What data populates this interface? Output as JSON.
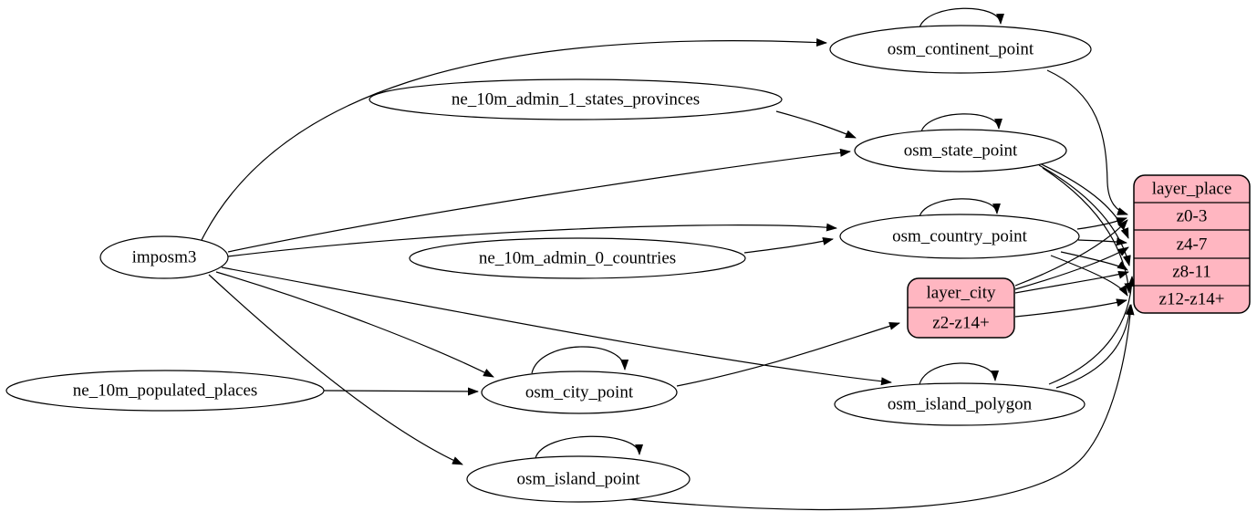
{
  "diagram": {
    "type": "etl-dependency-graph",
    "nodes": [
      {
        "id": "imposm3",
        "label": "imposm3",
        "kind": "source"
      },
      {
        "id": "ne_10m_admin_1_states_provinces",
        "label": "ne_10m_admin_1_states_provinces",
        "kind": "source"
      },
      {
        "id": "ne_10m_admin_0_countries",
        "label": "ne_10m_admin_0_countries",
        "kind": "source"
      },
      {
        "id": "ne_10m_populated_places",
        "label": "ne_10m_populated_places",
        "kind": "source"
      },
      {
        "id": "osm_continent_point",
        "label": "osm_continent_point",
        "kind": "table",
        "self_loop": true
      },
      {
        "id": "osm_state_point",
        "label": "osm_state_point",
        "kind": "table",
        "self_loop": true
      },
      {
        "id": "osm_country_point",
        "label": "osm_country_point",
        "kind": "table",
        "self_loop": true
      },
      {
        "id": "osm_city_point",
        "label": "osm_city_point",
        "kind": "table",
        "self_loop": true
      },
      {
        "id": "osm_island_polygon",
        "label": "osm_island_polygon",
        "kind": "table",
        "self_loop": true
      },
      {
        "id": "osm_island_point",
        "label": "osm_island_point",
        "kind": "table",
        "self_loop": true
      }
    ],
    "records": [
      {
        "id": "layer_city",
        "title": "layer_city",
        "rows": [
          "z2-z14+"
        ]
      },
      {
        "id": "layer_place",
        "title": "layer_place",
        "rows": [
          "z0-3",
          "z4-7",
          "z8-11",
          "z12-z14+"
        ]
      }
    ],
    "edges": [
      {
        "from": "imposm3",
        "to": "osm_continent_point"
      },
      {
        "from": "imposm3",
        "to": "osm_state_point"
      },
      {
        "from": "imposm3",
        "to": "osm_country_point"
      },
      {
        "from": "imposm3",
        "to": "osm_city_point"
      },
      {
        "from": "imposm3",
        "to": "osm_island_polygon"
      },
      {
        "from": "imposm3",
        "to": "osm_island_point"
      },
      {
        "from": "ne_10m_admin_1_states_provinces",
        "to": "osm_state_point"
      },
      {
        "from": "ne_10m_admin_0_countries",
        "to": "osm_country_point"
      },
      {
        "from": "ne_10m_populated_places",
        "to": "osm_city_point"
      },
      {
        "from": "osm_continent_point",
        "to": "osm_continent_point"
      },
      {
        "from": "osm_state_point",
        "to": "osm_state_point"
      },
      {
        "from": "osm_country_point",
        "to": "osm_country_point"
      },
      {
        "from": "osm_city_point",
        "to": "osm_city_point"
      },
      {
        "from": "osm_island_polygon",
        "to": "osm_island_polygon"
      },
      {
        "from": "osm_island_point",
        "to": "osm_island_point"
      },
      {
        "from": "osm_city_point",
        "to": "layer_city",
        "port": "z2-z14+"
      },
      {
        "from": "osm_continent_point",
        "to": "layer_place",
        "port": "z0-3"
      },
      {
        "from": "osm_state_point",
        "to": "layer_place",
        "port": "z4-7"
      },
      {
        "from": "osm_state_point",
        "to": "layer_place",
        "port": "z8-11"
      },
      {
        "from": "osm_state_point",
        "to": "layer_place",
        "port": "z12-z14+"
      },
      {
        "from": "osm_country_point",
        "to": "layer_place",
        "port": "z0-3"
      },
      {
        "from": "osm_country_point",
        "to": "layer_place",
        "port": "z4-7"
      },
      {
        "from": "osm_country_point",
        "to": "layer_place",
        "port": "z8-11"
      },
      {
        "from": "osm_country_point",
        "to": "layer_place",
        "port": "z12-z14+"
      },
      {
        "from": "layer_city",
        "to": "layer_place",
        "port": "z0-3"
      },
      {
        "from": "layer_city",
        "to": "layer_place",
        "port": "z4-7"
      },
      {
        "from": "layer_city",
        "to": "layer_place",
        "port": "z8-11"
      },
      {
        "from": "layer_city",
        "to": "layer_place",
        "port": "z12-z14+"
      },
      {
        "from": "osm_island_polygon",
        "to": "layer_place",
        "port": "z8-11"
      },
      {
        "from": "osm_island_polygon",
        "to": "layer_place",
        "port": "z12-z14+"
      },
      {
        "from": "osm_island_point",
        "to": "layer_place",
        "port": "z12-z14+"
      }
    ]
  },
  "colors": {
    "record_fill": "#ffb6c1",
    "node_fill": "#ffffff",
    "stroke": "#000000",
    "background": "#ffffff"
  }
}
